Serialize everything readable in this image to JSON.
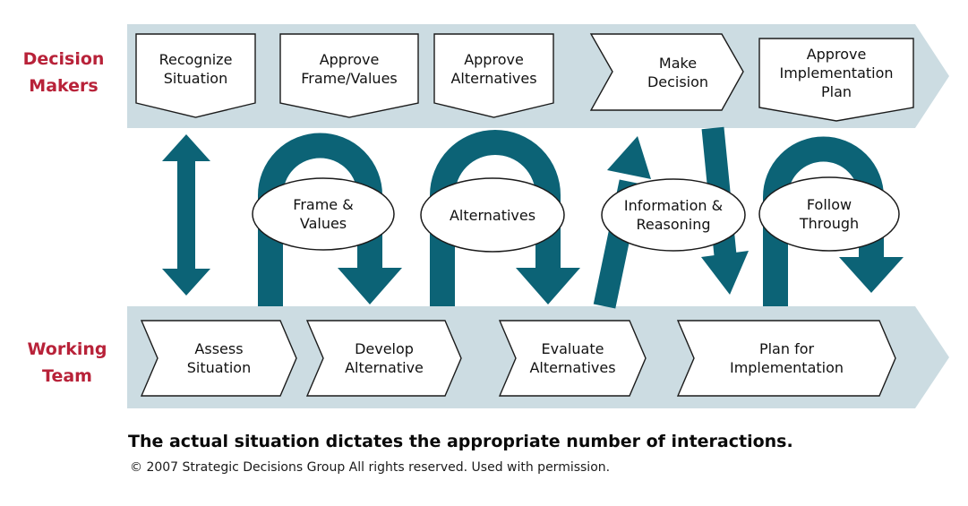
{
  "colors": {
    "teal": "#0c6376",
    "band": "#ccdce2",
    "crimson": "#b82239"
  },
  "lanes": {
    "decision_makers": {
      "line1": "Decision",
      "line2": "Makers"
    },
    "working_team": {
      "line1": "Working",
      "line2": "Team"
    }
  },
  "decision_steps": [
    {
      "line1": "Recognize",
      "line2": "Situation"
    },
    {
      "line1": "Approve",
      "line2": "Frame/Values"
    },
    {
      "line1": "Approve",
      "line2": "Alternatives"
    },
    {
      "line1": "Make",
      "line2": "Decision"
    },
    {
      "line1": "Approve",
      "line2": "Implementation",
      "line3": "Plan"
    }
  ],
  "team_steps": [
    {
      "line1": "Assess",
      "line2": "Situation"
    },
    {
      "line1": "Develop",
      "line2": "Alternative"
    },
    {
      "line1": "Evaluate",
      "line2": "Alternatives"
    },
    {
      "line1": "Plan for",
      "line2": "Implementation"
    }
  ],
  "interactions": [
    {
      "line1": "Frame &",
      "line2": "Values"
    },
    {
      "line1": "Alternatives",
      "line2": ""
    },
    {
      "line1": "Information &",
      "line2": "Reasoning"
    },
    {
      "line1": "Follow",
      "line2": "Through"
    }
  ],
  "footer": {
    "headline": "The actual situation dictates the appropriate number of interactions.",
    "copyright": "© 2007 Strategic Decisions Group All rights reserved. Used with permission."
  }
}
